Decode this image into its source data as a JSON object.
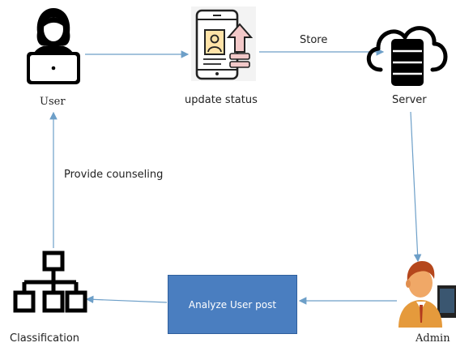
{
  "nodes": {
    "user": "User",
    "update_status": "update status",
    "server": "Server",
    "admin": "Admin",
    "classification": "Classification",
    "analyze": "Analyze User post"
  },
  "edges": {
    "store": "Store",
    "provide_counseling": "Provide counseling"
  },
  "colors": {
    "arrow": "#6d9fc8",
    "box": "#4a7ec0",
    "admin_skin": "#e9a05a",
    "admin_hair": "#b5471c",
    "phone_accent": "#f3c9c9"
  }
}
